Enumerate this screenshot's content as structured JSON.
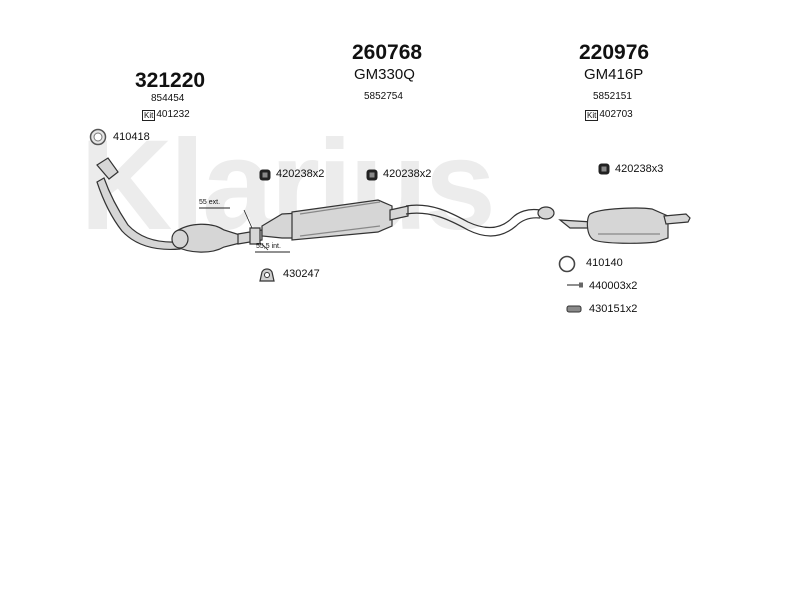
{
  "watermark": {
    "text": "Klarius"
  },
  "groups": {
    "front": {
      "main_number": "321220",
      "oe_number": "854454",
      "kit_tag": "Kit",
      "kit_number": "401232"
    },
    "center": {
      "main_number": "260768",
      "model_code": "GM330Q",
      "oe_number": "5852754"
    },
    "rear": {
      "main_number": "220976",
      "model_code": "GM416P",
      "oe_number": "5852151",
      "kit_tag": "Kit",
      "kit_number": "402703"
    }
  },
  "dimensions": {
    "ext": "55 ext.",
    "int": "55,5 int."
  },
  "fittings": {
    "gasket_front": "410418",
    "clamp_a": "420238x2",
    "clamp_b": "420238x2",
    "clamp_c": "420238x3",
    "mount_front": "430247",
    "ring_rear": "410140",
    "bolt_rear": "440003x2",
    "rubber_rear": "430151x2"
  },
  "colors": {
    "pipe_fill": "#d6d6d6",
    "pipe_stroke": "#333333",
    "watermark": "#ececec"
  }
}
